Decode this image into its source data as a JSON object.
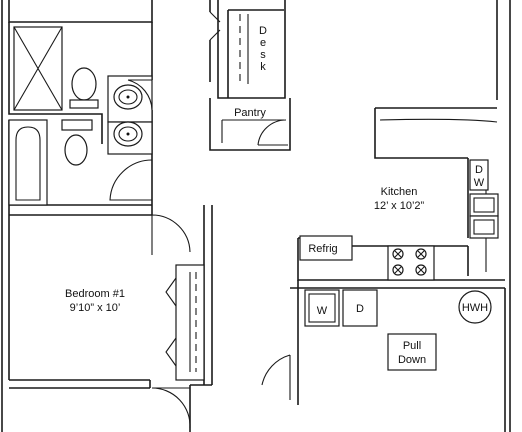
{
  "rooms": {
    "desk": {
      "letters": [
        "D",
        "e",
        "s",
        "k"
      ]
    },
    "pantry": {
      "label": "Pantry"
    },
    "kitchen": {
      "name": "Kitchen",
      "size": "12’ x 10’2”"
    },
    "bedroom": {
      "name": "Bedroom #1",
      "size": "9’10” x 10’"
    }
  },
  "fixtures": {
    "dishwasher": [
      "D",
      "W"
    ],
    "refrigerator": "Refrig",
    "washer": "W",
    "dryer": "D",
    "water_heater": "HWH",
    "pull_down": [
      "Pull",
      "Down"
    ]
  },
  "icons": [
    "shower-icon",
    "toilet-icon",
    "sink-icon",
    "bathtub-icon",
    "stove-burner-icon",
    "door-swing-icon"
  ]
}
